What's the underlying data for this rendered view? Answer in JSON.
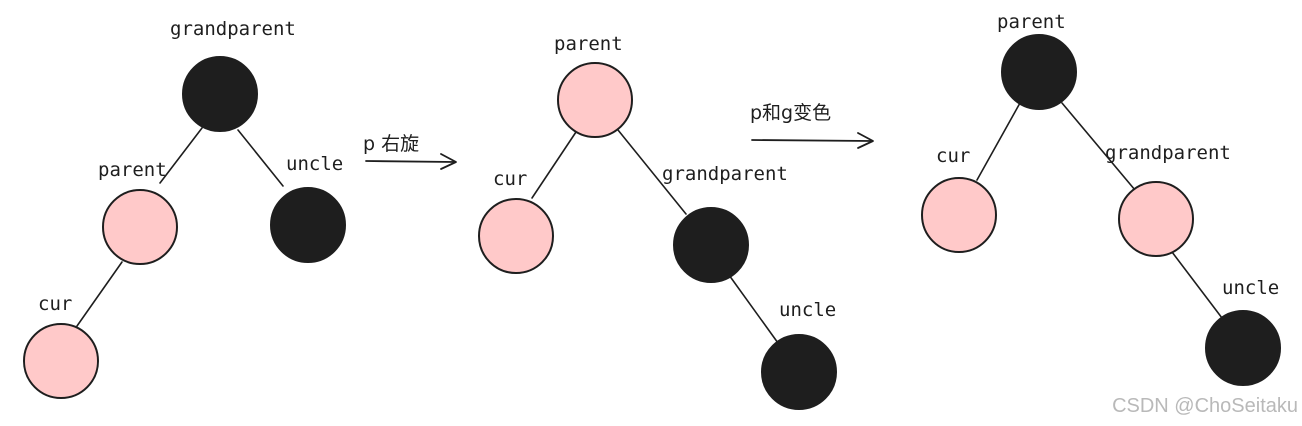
{
  "colors": {
    "red_node": "#ffc9c9",
    "black_node": "#1e1e1e",
    "stroke": "#1e1e1e",
    "watermark": "#b9b9b9"
  },
  "stage1": {
    "grandparent": "grandparent",
    "parent": "parent",
    "uncle": "uncle",
    "cur": "cur"
  },
  "arrow1": {
    "label": "p 右旋"
  },
  "stage2": {
    "parent": "parent",
    "cur": "cur",
    "grandparent": "grandparent",
    "uncle": "uncle"
  },
  "arrow2": {
    "label": "p和g变色"
  },
  "stage3": {
    "parent": "parent",
    "cur": "cur",
    "grandparent": "grandparent",
    "uncle": "uncle"
  },
  "watermark": "CSDN @ChoSeitaku"
}
